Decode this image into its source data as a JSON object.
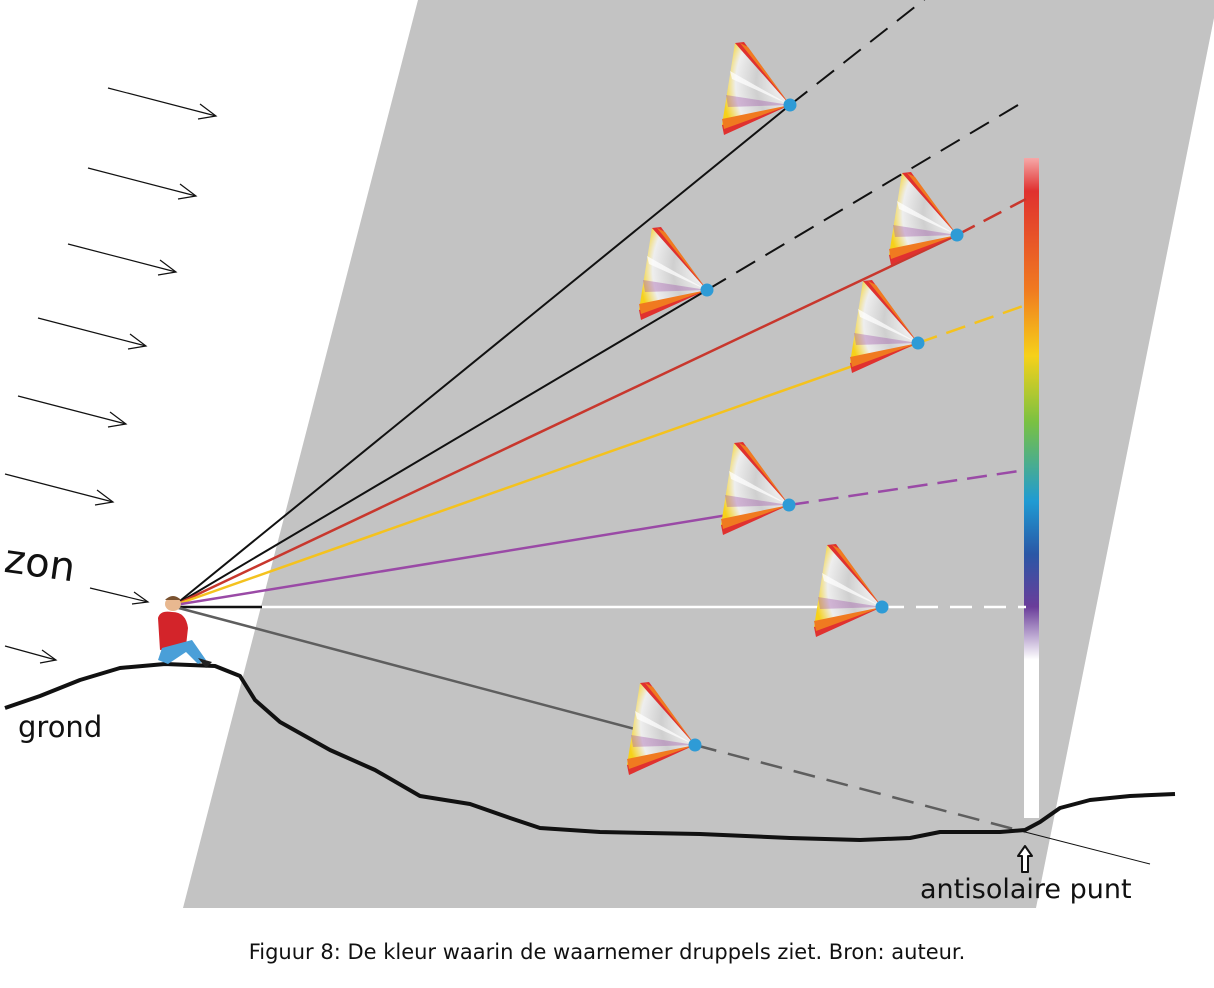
{
  "labels": {
    "sun": "zon",
    "ground": "grond",
    "antisolar_point": "antisolaire punt"
  },
  "caption": "Figuur 8: De kleur waarin de waarnemer druppels ziet. Bron: auteur.",
  "colors": {
    "sheet": "#c3c3c3",
    "red_ray": "#c8372d",
    "yellow_ray": "#f4c21e",
    "violet_ray": "#9a4aa6",
    "horizon_ray": "#ffffff",
    "ground_ray": "#5e5e5e",
    "droplet_center": "#2e9bd6",
    "person_shirt": "#d3242a",
    "person_jeans": "#4a9fd8"
  },
  "icons": {
    "sun_rays": "right-arrow-icon",
    "observer": "seated-person-icon",
    "droplet": "raindrop-cone-icon",
    "antisolar_marker": "up-arrow-icon"
  }
}
